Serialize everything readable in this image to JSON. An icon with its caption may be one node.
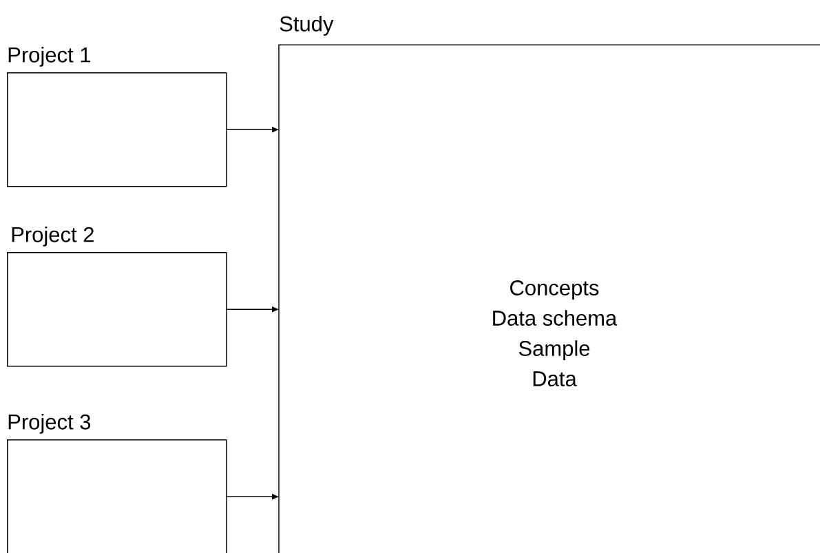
{
  "diagram": {
    "nodes": [
      {
        "text": [
          "Study",
          "Concepts",
          "Data schema",
          "Sample",
          "Data"
        ]
      },
      {
        "text": [
          "Project 1"
        ]
      },
      {
        "text": [
          "Project 2"
        ]
      },
      {
        "text": [
          "Project 3"
        ]
      }
    ],
    "edges": [
      {
        "from": 1,
        "to": 0,
        "arrow": "to"
      },
      {
        "from": 2,
        "to": 0,
        "arrow": "to"
      },
      {
        "from": 3,
        "to": 0,
        "arrow": "to"
      }
    ]
  }
}
